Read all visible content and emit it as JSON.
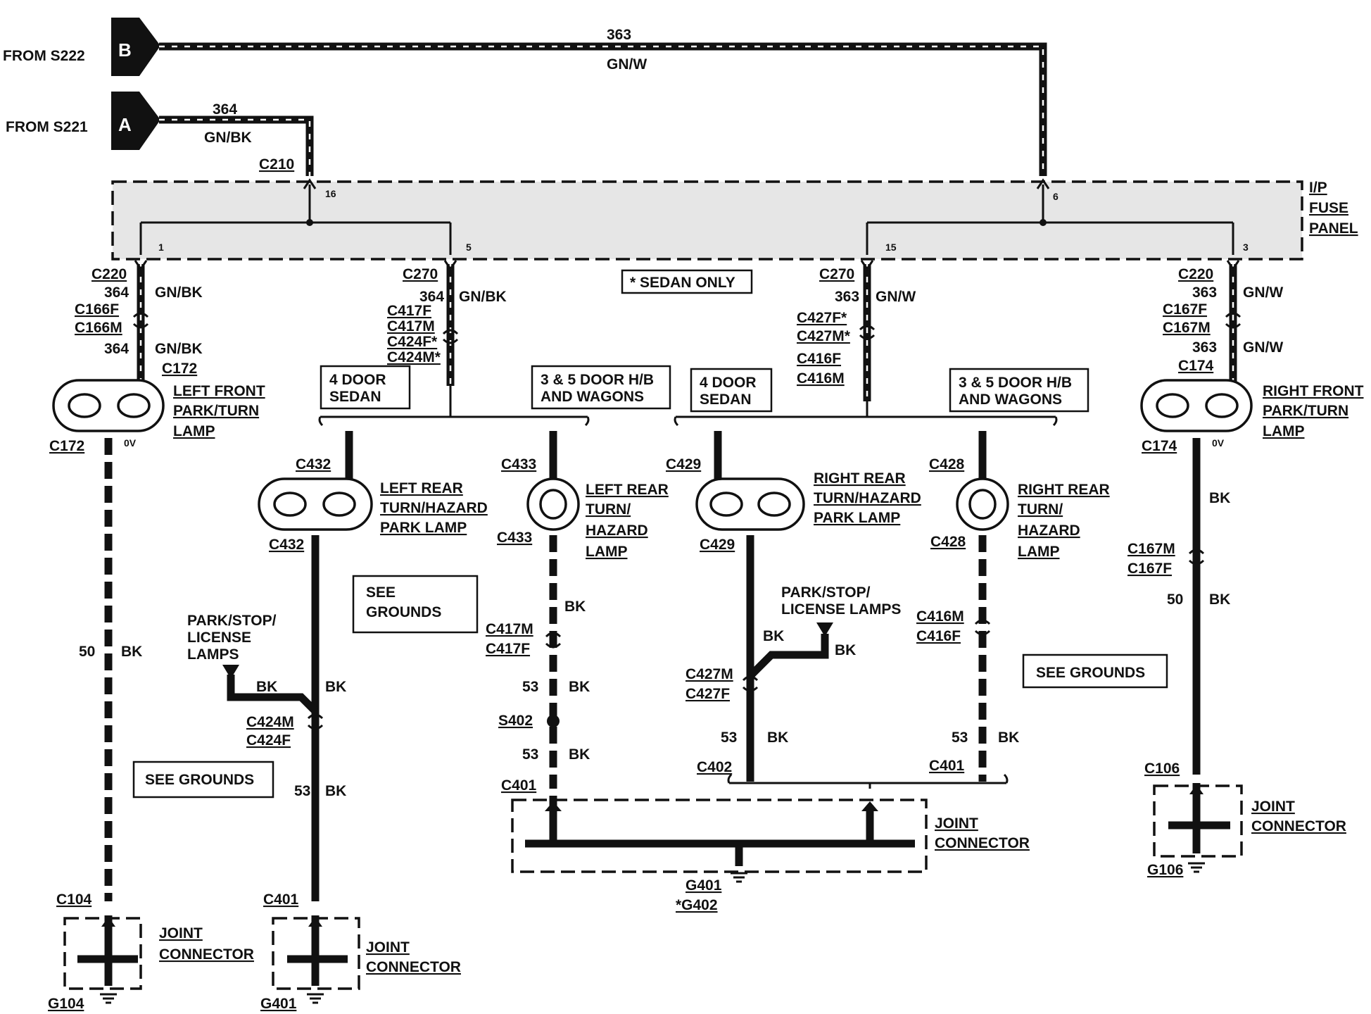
{
  "sources": {
    "b": {
      "letter": "B",
      "label": "FROM S222",
      "circuit": "363",
      "color": "GN/W"
    },
    "a": {
      "letter": "A",
      "label": "FROM S221",
      "circuit": "364",
      "color": "GN/BK"
    }
  },
  "fuse_panel": {
    "title_lines": [
      "I/P",
      "FUSE",
      "PANEL"
    ],
    "connector": "C210",
    "pins": {
      "p16": "16",
      "p1": "1",
      "p5": "5",
      "p6": "6",
      "p15": "15",
      "p3": "3"
    }
  },
  "note": "* SEDAN ONLY",
  "branches": {
    "left_front": {
      "c220": "C220",
      "circuit_a": "364",
      "color_a": "GN/BK",
      "c166f": "C166F",
      "c166m": "C166M",
      "circuit_b": "364",
      "color_b": "GN/BK",
      "c172": "C172",
      "lamp_lines": [
        "LEFT FRONT",
        "PARK/TURN",
        "LAMP"
      ],
      "c172_bottom": "C172",
      "volts": "0V",
      "ground_circuit": "50",
      "ground_color": "BK",
      "see_grounds": "SEE GROUNDS",
      "c104": "C104",
      "joint": [
        "JOINT",
        "CONNECTOR"
      ],
      "g104": "G104"
    },
    "left_center": {
      "c270": "C270",
      "circuit": "364",
      "color": "GN/BK",
      "connectors": [
        "C417F",
        "C417M",
        "C424F*",
        "C424M*"
      ],
      "sedan_box": [
        "4 DOOR",
        "SEDAN"
      ],
      "wagon_box": [
        "3 & 5 DOOR H/B",
        "AND WAGONS"
      ]
    },
    "left_rear_sedan": {
      "c432_top": "C432",
      "lamp_lines": [
        "LEFT REAR",
        "TURN/HAZARD",
        "PARK LAMP"
      ],
      "c432_bottom": "C432",
      "see_grounds": [
        "SEE",
        "GROUNDS"
      ],
      "park_lines": [
        "PARK/STOP/",
        "LICENSE",
        "LAMPS"
      ],
      "bk1": "BK",
      "bk2": "BK",
      "c424m": "C424M",
      "c424f": "C424F",
      "circuit": "53",
      "color": "BK",
      "c401": "C401",
      "joint": [
        "JOINT",
        "CONNECTOR"
      ],
      "g401": "G401"
    },
    "left_rear_wagon": {
      "c433_top": "C433",
      "lamp_lines": [
        "LEFT REAR",
        "TURN/",
        "HAZARD",
        "LAMP"
      ],
      "c433_bottom": "C433",
      "bk": "BK",
      "c417m": "C417M",
      "c417f": "C417F",
      "circuit1": "53",
      "color1": "BK",
      "s402": "S402",
      "circuit2": "53",
      "color2": "BK",
      "c401": "C401"
    },
    "right_center": {
      "c270": "C270",
      "circuit": "363",
      "color": "GN/W",
      "connectors": [
        "C427F*",
        "C427M*",
        "C416F",
        "C416M"
      ],
      "sedan_box": [
        "4 DOOR",
        "SEDAN"
      ],
      "wagon_box": [
        "3 & 5 DOOR H/B",
        "AND WAGONS"
      ]
    },
    "right_rear_sedan": {
      "c429_top": "C429",
      "lamp_lines": [
        "RIGHT REAR",
        "TURN/HAZARD",
        "PARK LAMP"
      ],
      "c429_bottom": "C429",
      "park_lines": [
        "PARK/STOP/",
        "LICENSE LAMPS"
      ],
      "bk1": "BK",
      "bk2": "BK",
      "c427m": "C427M",
      "c427f": "C427F",
      "circuit": "53",
      "color": "BK",
      "c402": "C402"
    },
    "right_rear_wagon": {
      "c428_top": "C428",
      "lamp_lines": [
        "RIGHT REAR",
        "TURN/",
        "HAZARD",
        "LAMP"
      ],
      "c428_bottom": "C428",
      "c416m": "C416M",
      "c416f": "C416F",
      "see_grounds": "SEE GROUNDS",
      "circuit": "53",
      "color": "BK",
      "c401": "C401"
    },
    "center_joint": {
      "joint": [
        "JOINT",
        "CONNECTOR"
      ],
      "g401": "G401",
      "g402": "*G402"
    },
    "right_front": {
      "c220": "C220",
      "circuit_a": "363",
      "color_a": "GN/W",
      "c167f": "C167F",
      "c167m": "C167M",
      "circuit_b": "363",
      "color_b": "GN/W",
      "c174": "C174",
      "lamp_lines": [
        "RIGHT FRONT",
        "PARK/TURN",
        "LAMP"
      ],
      "c174_bottom": "C174",
      "volts": "0V",
      "bk": "BK",
      "c167m_b": "C167M",
      "c167f_b": "C167F",
      "ground_circuit": "50",
      "ground_color": "BK",
      "c106": "C106",
      "joint": [
        "JOINT",
        "CONNECTOR"
      ],
      "g106": "G106"
    }
  }
}
